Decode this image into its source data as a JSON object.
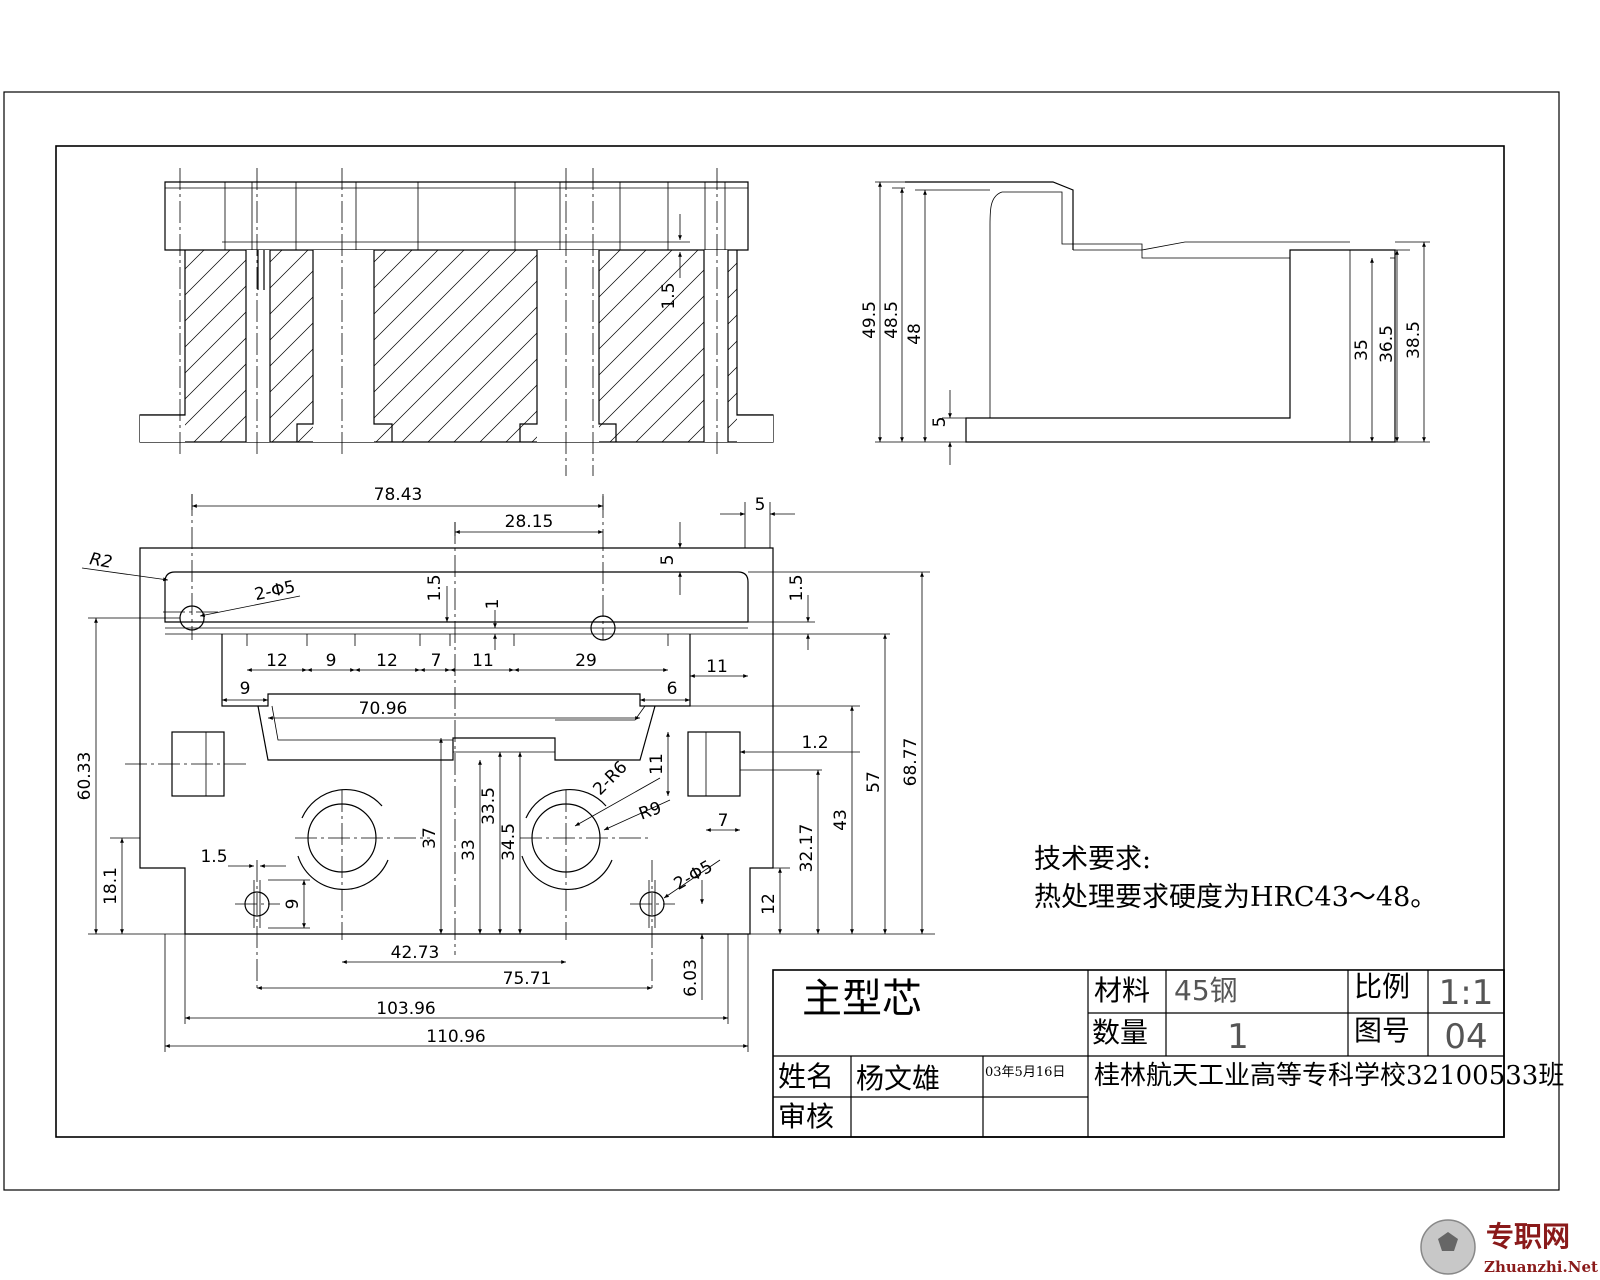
{
  "title_block": {
    "part_name": "主型芯",
    "material_label": "材料",
    "material_value": "45钢",
    "scale_label": "比例",
    "scale_value": "1:1",
    "quantity_label": "数量",
    "quantity_value": "1",
    "drawing_no_label": "图号",
    "drawing_no_value": "04",
    "name_label": "姓名",
    "name_value": "杨文雄",
    "date": "03年5月16日",
    "reviewer_label": "审核",
    "school": "桂林航天工业高等专科学校32100533班"
  },
  "tech_requirements": {
    "title": "技术要求:",
    "line1": "热处理要求硬度为HRC43～48。"
  },
  "dimensions": {
    "d7843": "78.43",
    "d2815": "28.15",
    "d5a": "5",
    "d5b": "5",
    "d15a": "1.5",
    "d15b": "1.5",
    "d15c": "1.5",
    "d15d": "1.5",
    "d1": "1",
    "r2": "R2",
    "holes1": "2-Φ5",
    "holes2": "2-Φ5",
    "d12a": "12",
    "d9a": "9",
    "d12b": "12",
    "d7a": "7",
    "d11a": "11",
    "d29": "29",
    "d11b": "11",
    "d9b": "9",
    "d6": "6",
    "d7096": "70.96",
    "d12c": "1.2",
    "d11c": "11",
    "r6": "2-R6",
    "r9": "R9",
    "d7b": "7",
    "d6033": "60.33",
    "d181": "18.1",
    "d37": "37",
    "d33": "33",
    "d335": "33.5",
    "d345": "34.5",
    "d3217": "32.17",
    "d43": "43",
    "d57": "57",
    "d6877": "68.77",
    "d12d": "12",
    "d9c": "9",
    "d603": "6.03",
    "d4273": "42.73",
    "d7571": "75.71",
    "d10396": "103.96",
    "d11096": "110.96",
    "d495": "49.5",
    "d485": "48.5",
    "d48": "48",
    "d5c": "5",
    "d35": "35",
    "d365": "36.5",
    "d385": "38.5"
  },
  "watermark": {
    "cn": "专职网",
    "en": "Zhuanzhi.Net"
  }
}
